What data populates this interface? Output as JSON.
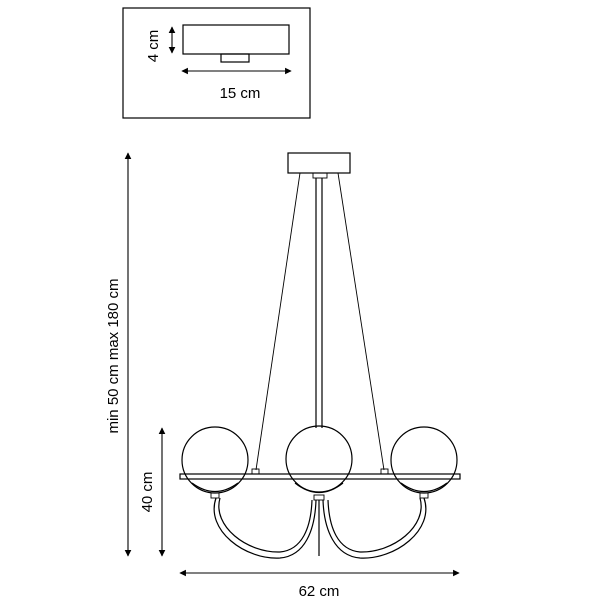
{
  "canopy_detail": {
    "height_label": "4 cm",
    "width_label": "15 cm"
  },
  "dimensions": {
    "suspension_label": "min 50 cm max 180 cm",
    "body_height_label": "40 cm",
    "width_label": "62 cm"
  }
}
